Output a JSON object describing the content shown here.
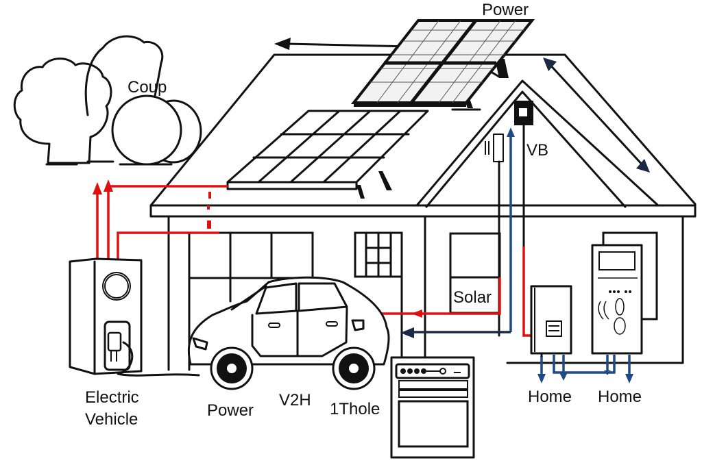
{
  "diagram": {
    "title_label": "Power",
    "labels": {
      "trees": "Coup",
      "meter_box": "VB",
      "solar_inverter": "Solar",
      "charger_line1": "Electric",
      "charger_line2": "Vehicle",
      "car_power": "Power",
      "v2h": "V2H",
      "appliance": "1Thole",
      "home_left": "Home",
      "home_right": "Home"
    },
    "components": [
      {
        "id": "rooftop-solar-panel-large",
        "kind": "solar panel"
      },
      {
        "id": "rooftop-solar-panel-small",
        "kind": "solar panel"
      },
      {
        "id": "ev-charger",
        "kind": "wallbox charger"
      },
      {
        "id": "electric-car",
        "kind": "vehicle"
      },
      {
        "id": "oven-appliance",
        "kind": "appliance"
      },
      {
        "id": "inverter",
        "kind": "inverter"
      },
      {
        "id": "battery-controller",
        "kind": "control panel"
      },
      {
        "id": "meter",
        "kind": "meter"
      }
    ],
    "colors": {
      "line": "#111111",
      "grid_flow": "#e01010",
      "home_flow": "#1f4a86",
      "return_flow": "#1b2a44"
    }
  }
}
